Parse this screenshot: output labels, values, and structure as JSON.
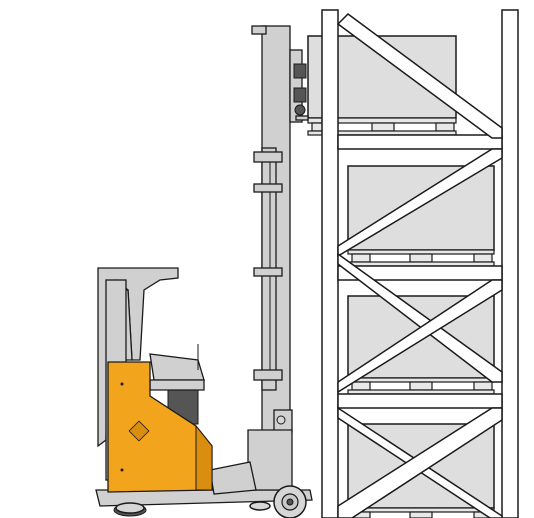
{
  "illustration": {
    "subject": [
      "reach-truck",
      "warehouse-pallet-rack",
      "pallet",
      "load-box"
    ],
    "colors": {
      "background": "#ffffff",
      "truck_body": "#f2a51c",
      "truck_body_shade": "#d98e10",
      "truck_frame": "#c9c9c9",
      "truck_frame_light": "#d6d6d6",
      "mast": "#d0d0d0",
      "rack_frame": "#ffffff",
      "outline": "#1a1a1a",
      "load_box": "#dedede",
      "pallet": "#e8e8e8",
      "dark_part": "#555555"
    }
  }
}
